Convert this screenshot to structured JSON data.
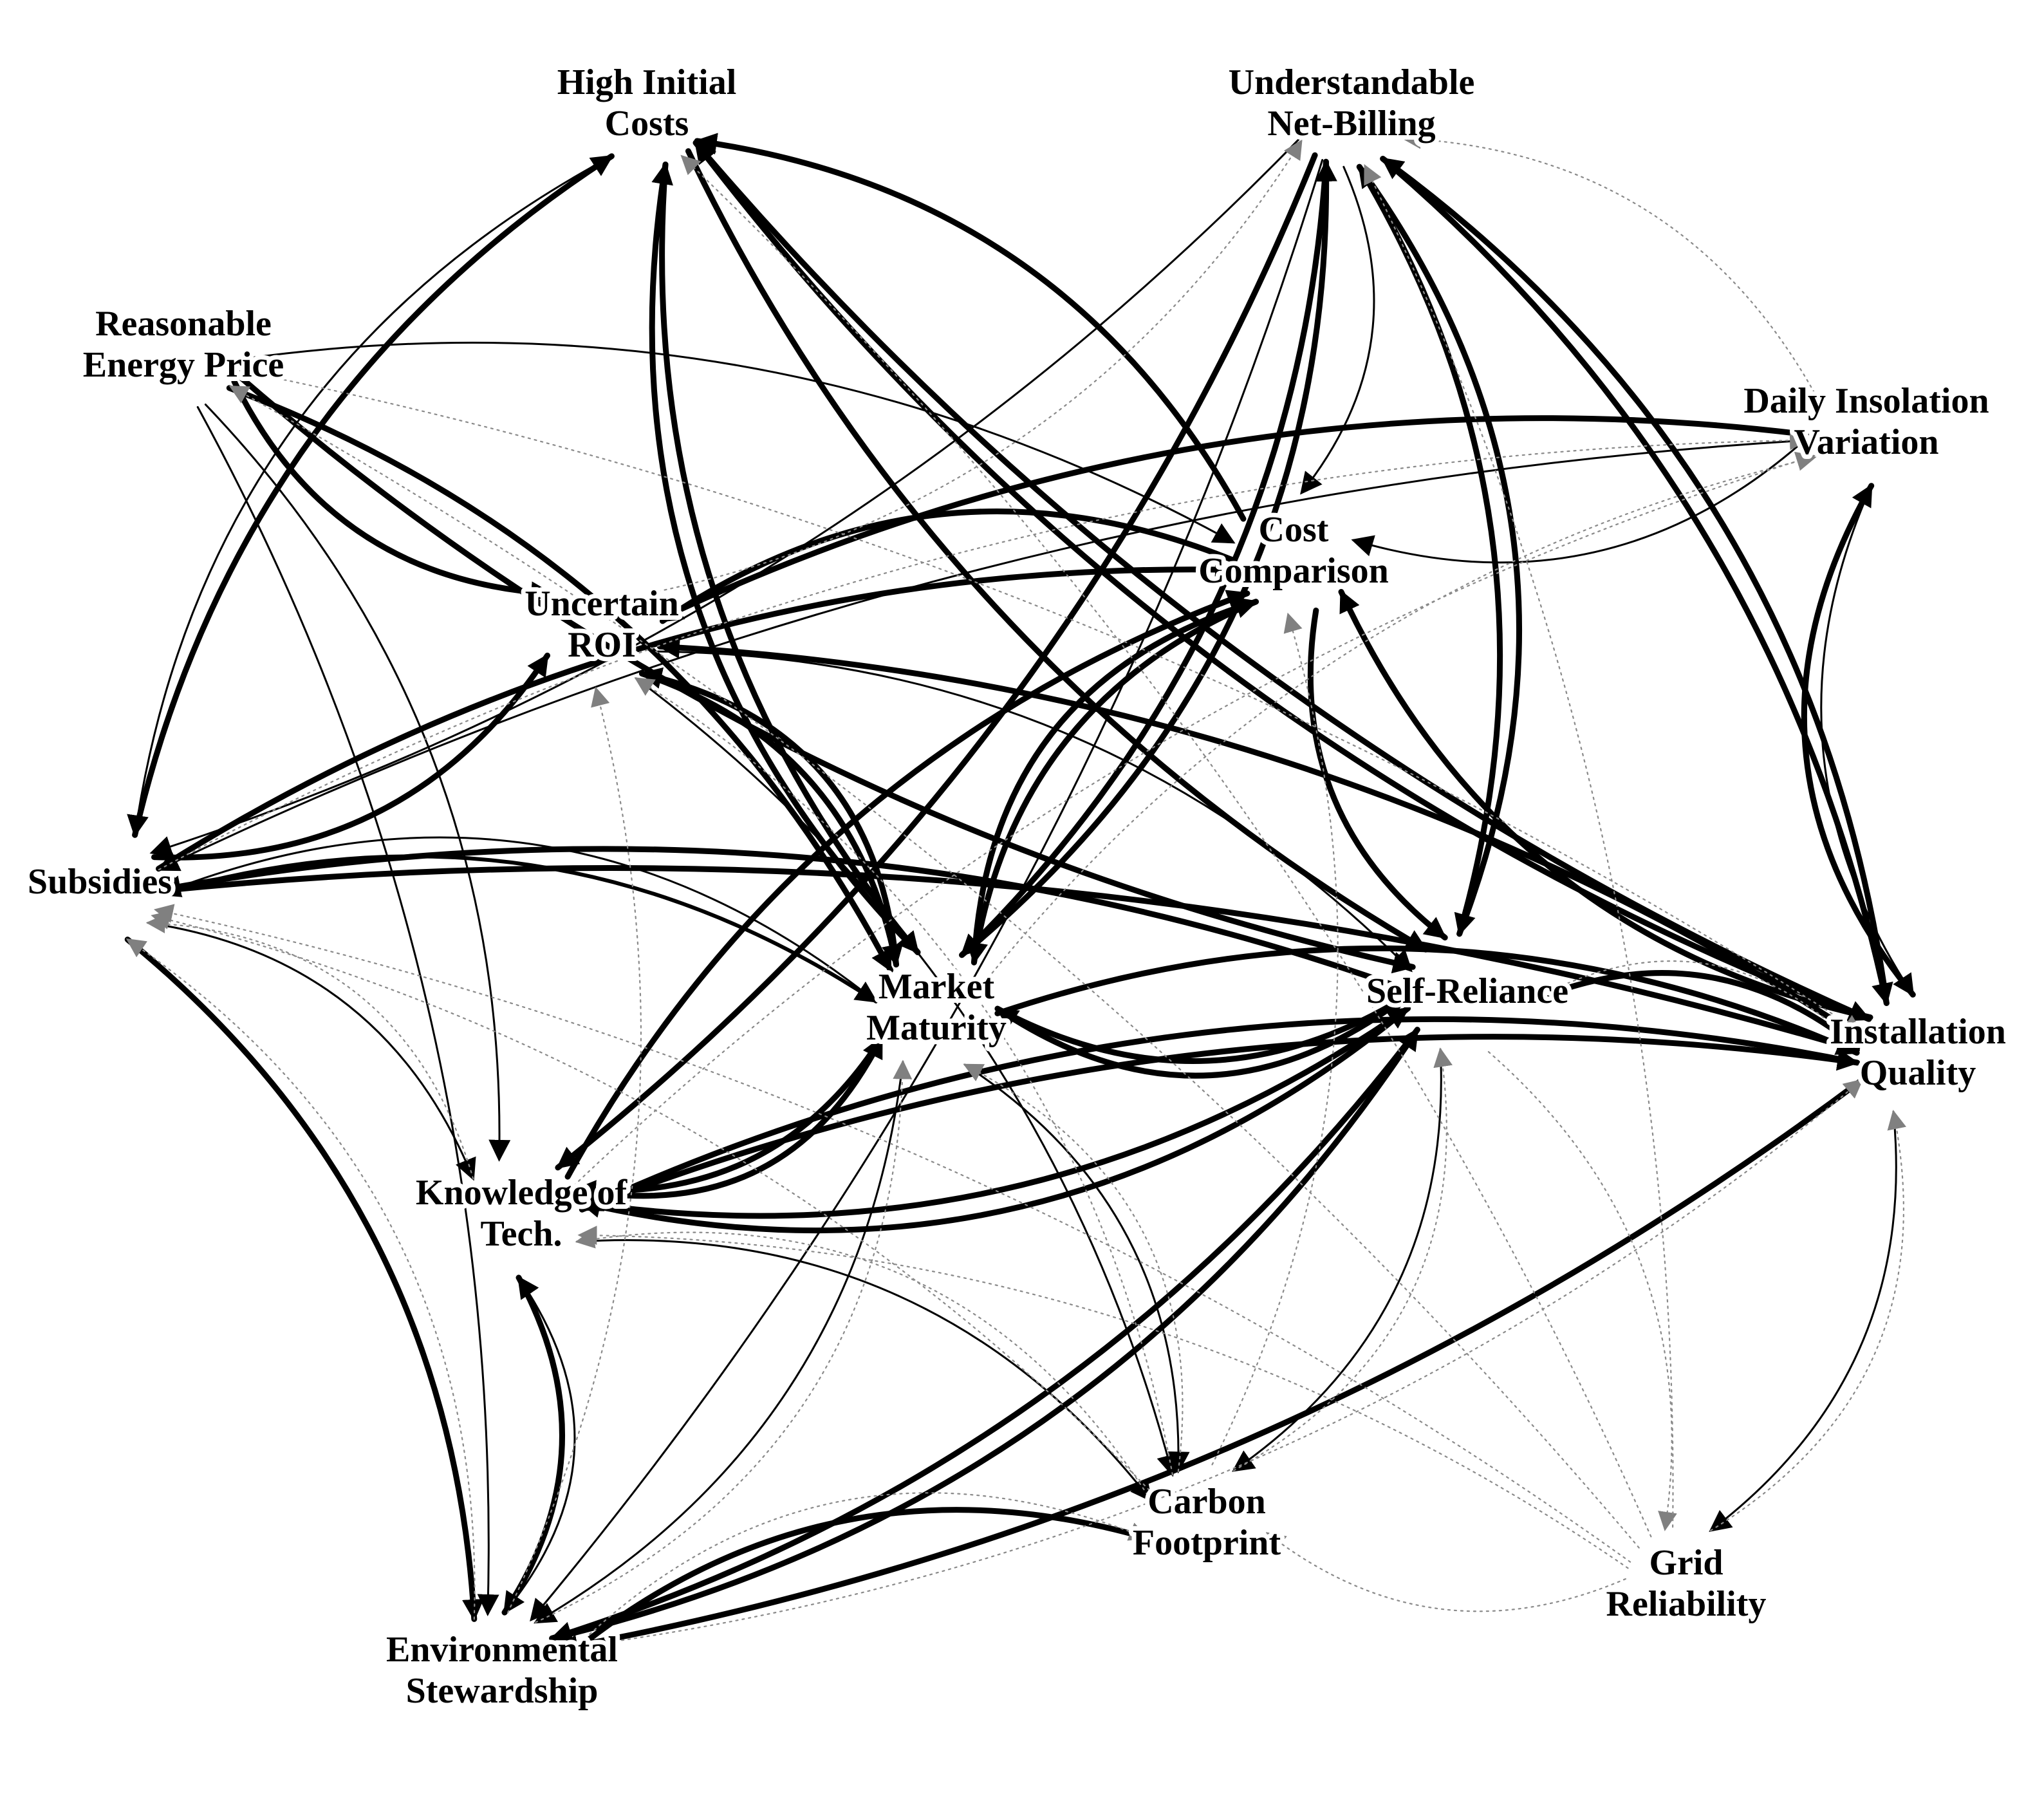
{
  "nodes": [
    {
      "id": "high-initial-costs",
      "lines": [
        "High Initial",
        "Costs"
      ]
    },
    {
      "id": "understandable-net-billing",
      "lines": [
        "Understandable",
        "Net-Billing"
      ]
    },
    {
      "id": "reasonable-energy-price",
      "lines": [
        "Reasonable",
        "Energy Price"
      ]
    },
    {
      "id": "daily-insolation-variation",
      "lines": [
        "Daily Insolation",
        "Variation"
      ]
    },
    {
      "id": "cost-comparison",
      "lines": [
        "Cost",
        "Comparison"
      ]
    },
    {
      "id": "uncertain-roi",
      "lines": [
        "Uncertain",
        "ROI"
      ]
    },
    {
      "id": "subsidies",
      "lines": [
        "Subsidies"
      ]
    },
    {
      "id": "market-maturity",
      "lines": [
        "Market",
        "Maturity"
      ]
    },
    {
      "id": "self-reliance",
      "lines": [
        "Self-Reliance"
      ]
    },
    {
      "id": "installation-quality",
      "lines": [
        "Installation",
        "Quality"
      ]
    },
    {
      "id": "knowledge-of-tech",
      "lines": [
        "Knowledge of",
        "Tech."
      ]
    },
    {
      "id": "carbon-footprint",
      "lines": [
        "Carbon",
        "Footprint"
      ]
    },
    {
      "id": "grid-reliability",
      "lines": [
        "Grid",
        "Reliability"
      ]
    },
    {
      "id": "environmental-stewardship",
      "lines": [
        "Environmental",
        "Stewardship"
      ]
    }
  ],
  "edge_styles": {
    "strong": {
      "color": "#000000",
      "arrow": "black"
    },
    "medium": {
      "color": "#000000",
      "arrow": "black"
    },
    "weak": {
      "color": "#000000",
      "arrow": "black"
    },
    "faint": {
      "color": "#8a8a8a",
      "arrow": "gray",
      "dashed": true
    }
  },
  "edges": [
    {
      "from": "understandable-net-billing",
      "to": "self-reliance",
      "weight": "strong"
    },
    {
      "from": "self-reliance",
      "to": "understandable-net-billing",
      "weight": "strong"
    },
    {
      "from": "understandable-net-billing",
      "to": "installation-quality",
      "weight": "strong"
    },
    {
      "from": "installation-quality",
      "to": "understandable-net-billing",
      "weight": "strong"
    },
    {
      "from": "understandable-net-billing",
      "to": "market-maturity",
      "weight": "strong"
    },
    {
      "from": "market-maturity",
      "to": "understandable-net-billing",
      "weight": "strong"
    },
    {
      "from": "understandable-net-billing",
      "to": "knowledge-of-tech",
      "weight": "strong"
    },
    {
      "from": "understandable-net-billing",
      "to": "cost-comparison",
      "weight": "weak"
    },
    {
      "from": "understandable-net-billing",
      "to": "subsidies",
      "weight": "weak"
    },
    {
      "from": "understandable-net-billing",
      "to": "environmental-stewardship",
      "weight": "weak"
    },
    {
      "from": "high-initial-costs",
      "to": "market-maturity",
      "weight": "strong"
    },
    {
      "from": "market-maturity",
      "to": "high-initial-costs",
      "weight": "strong"
    },
    {
      "from": "high-initial-costs",
      "to": "self-reliance",
      "weight": "strong"
    },
    {
      "from": "high-initial-costs",
      "to": "installation-quality",
      "weight": "strong"
    },
    {
      "from": "installation-quality",
      "to": "high-initial-costs",
      "weight": "strong"
    },
    {
      "from": "cost-comparison",
      "to": "high-initial-costs",
      "weight": "strong"
    },
    {
      "from": "subsidies",
      "to": "high-initial-costs",
      "weight": "strong"
    },
    {
      "from": "high-initial-costs",
      "to": "subsidies",
      "weight": "weak"
    },
    {
      "from": "reasonable-energy-price",
      "to": "uncertain-roi",
      "weight": "strong"
    },
    {
      "from": "reasonable-energy-price",
      "to": "self-reliance",
      "weight": "strong"
    },
    {
      "from": "reasonable-energy-price",
      "to": "market-maturity",
      "weight": "strong"
    },
    {
      "from": "reasonable-energy-price",
      "to": "cost-comparison",
      "weight": "weak"
    },
    {
      "from": "reasonable-energy-price",
      "to": "environmental-stewardship",
      "weight": "weak"
    },
    {
      "from": "reasonable-energy-price",
      "to": "knowledge-of-tech",
      "weight": "weak"
    },
    {
      "from": "daily-insolation-variation",
      "to": "uncertain-roi",
      "weight": "strong"
    },
    {
      "from": "daily-insolation-variation",
      "to": "subsidies",
      "weight": "weak"
    },
    {
      "from": "daily-insolation-variation",
      "to": "installation-quality",
      "weight": "weak"
    },
    {
      "from": "daily-insolation-variation",
      "to": "cost-comparison",
      "weight": "weak"
    },
    {
      "from": "installation-quality",
      "to": "daily-insolation-variation",
      "weight": "strong"
    },
    {
      "from": "installation-quality",
      "to": "uncertain-roi",
      "weight": "strong"
    },
    {
      "from": "installation-quality",
      "to": "cost-comparison",
      "weight": "strong"
    },
    {
      "from": "installation-quality",
      "to": "grid-reliability",
      "weight": "weak"
    },
    {
      "from": "cost-comparison",
      "to": "uncertain-roi",
      "weight": "strong"
    },
    {
      "from": "cost-comparison",
      "to": "self-reliance",
      "weight": "strong"
    },
    {
      "from": "cost-comparison",
      "to": "market-maturity",
      "weight": "strong"
    },
    {
      "from": "market-maturity",
      "to": "cost-comparison",
      "weight": "strong"
    },
    {
      "from": "uncertain-roi",
      "to": "market-maturity",
      "weight": "strong"
    },
    {
      "from": "market-maturity",
      "to": "uncertain-roi",
      "weight": "strong"
    },
    {
      "from": "uncertain-roi",
      "to": "self-reliance",
      "weight": "weak"
    },
    {
      "from": "uncertain-roi",
      "to": "carbon-footprint",
      "weight": "weak"
    },
    {
      "from": "subsidies",
      "to": "uncertain-roi",
      "weight": "strong"
    },
    {
      "from": "subsidies",
      "to": "cost-comparison",
      "weight": "strong"
    },
    {
      "from": "subsidies",
      "to": "installation-quality",
      "weight": "strong"
    },
    {
      "from": "subsidies",
      "to": "environmental-stewardship",
      "weight": "strong"
    },
    {
      "from": "subsidies",
      "to": "knowledge-of-tech",
      "weight": "weak"
    },
    {
      "from": "subsidies",
      "to": "market-maturity",
      "weight": "medium"
    },
    {
      "from": "self-reliance",
      "to": "subsidies",
      "weight": "strong"
    },
    {
      "from": "market-maturity",
      "to": "self-reliance",
      "weight": "strong"
    },
    {
      "from": "self-reliance",
      "to": "market-maturity",
      "weight": "strong"
    },
    {
      "from": "market-maturity",
      "to": "installation-quality",
      "weight": "strong"
    },
    {
      "from": "market-maturity",
      "to": "knowledge-of-tech",
      "weight": "strong"
    },
    {
      "from": "market-maturity",
      "to": "carbon-footprint",
      "weight": "weak"
    },
    {
      "from": "market-maturity",
      "to": "environmental-stewardship",
      "weight": "weak"
    },
    {
      "from": "market-maturity",
      "to": "subsidies",
      "weight": "weak"
    },
    {
      "from": "knowledge-of-tech",
      "to": "market-maturity",
      "weight": "strong"
    },
    {
      "from": "knowledge-of-tech",
      "to": "cost-comparison",
      "weight": "strong"
    },
    {
      "from": "knowledge-of-tech",
      "to": "installation-quality",
      "weight": "strong"
    },
    {
      "from": "knowledge-of-tech",
      "to": "environmental-stewardship",
      "weight": "strong"
    },
    {
      "from": "knowledge-of-tech",
      "to": "self-reliance",
      "weight": "strong"
    },
    {
      "from": "self-reliance",
      "to": "knowledge-of-tech",
      "weight": "strong"
    },
    {
      "from": "installation-quality",
      "to": "knowledge-of-tech",
      "weight": "strong"
    },
    {
      "from": "environmental-stewardship",
      "to": "knowledge-of-tech",
      "weight": "weak"
    },
    {
      "from": "self-reliance",
      "to": "environmental-stewardship",
      "weight": "strong"
    },
    {
      "from": "environmental-stewardship",
      "to": "self-reliance",
      "weight": "strong"
    },
    {
      "from": "self-reliance",
      "to": "installation-quality",
      "weight": "strong"
    },
    {
      "from": "self-reliance",
      "to": "carbon-footprint",
      "weight": "weak"
    },
    {
      "from": "installation-quality",
      "to": "environmental-stewardship",
      "weight": "strong"
    },
    {
      "from": "carbon-footprint",
      "to": "environmental-stewardship",
      "weight": "strong"
    },
    {
      "from": "knowledge-of-tech",
      "to": "carbon-footprint",
      "weight": "weak"
    },
    {
      "from": "reasonable-energy-price",
      "to": "installation-quality",
      "weight": "faint"
    },
    {
      "from": "daily-insolation-variation",
      "to": "understandable-net-billing",
      "weight": "faint"
    },
    {
      "from": "installation-quality",
      "to": "self-reliance",
      "weight": "faint"
    },
    {
      "from": "grid-reliability",
      "to": "high-initial-costs",
      "weight": "faint"
    },
    {
      "from": "grid-reliability",
      "to": "reasonable-energy-price",
      "weight": "faint"
    },
    {
      "from": "carbon-footprint",
      "to": "market-maturity",
      "weight": "faint"
    },
    {
      "from": "environmental-stewardship",
      "to": "market-maturity",
      "weight": "faint"
    },
    {
      "from": "carbon-footprint",
      "to": "subsidies",
      "weight": "faint"
    },
    {
      "from": "grid-reliability",
      "to": "subsidies",
      "weight": "faint"
    },
    {
      "from": "environmental-stewardship",
      "to": "carbon-footprint",
      "weight": "faint"
    },
    {
      "from": "grid-reliability",
      "to": "carbon-footprint",
      "weight": "faint"
    },
    {
      "from": "self-reliance",
      "to": "grid-reliability",
      "weight": "faint"
    },
    {
      "from": "subsidies",
      "to": "daily-insolation-variation",
      "weight": "faint"
    },
    {
      "from": "knowledge-of-tech",
      "to": "daily-insolation-variation",
      "weight": "faint"
    },
    {
      "from": "environmental-stewardship",
      "to": "uncertain-roi",
      "weight": "faint"
    },
    {
      "from": "carbon-footprint",
      "to": "uncertain-roi",
      "weight": "faint"
    },
    {
      "from": "grid-reliability",
      "to": "understandable-net-billing",
      "weight": "faint"
    },
    {
      "from": "carbon-footprint",
      "to": "cost-comparison",
      "weight": "faint"
    },
    {
      "from": "environmental-stewardship",
      "to": "installation-quality",
      "weight": "faint"
    },
    {
      "from": "grid-reliability",
      "to": "installation-quality",
      "weight": "faint"
    },
    {
      "from": "carbon-footprint",
      "to": "knowledge-of-tech",
      "weight": "faint"
    },
    {
      "from": "grid-reliability",
      "to": "knowledge-of-tech",
      "weight": "faint"
    },
    {
      "from": "carbon-footprint",
      "to": "self-reliance",
      "weight": "faint"
    },
    {
      "from": "knowledge-of-tech",
      "to": "subsidies",
      "weight": "faint"
    },
    {
      "from": "environmental-stewardship",
      "to": "subsidies",
      "weight": "faint"
    },
    {
      "from": "uncertain-roi",
      "to": "understandable-net-billing",
      "weight": "faint"
    },
    {
      "from": "market-maturity",
      "to": "daily-insolation-variation",
      "weight": "faint"
    }
  ]
}
